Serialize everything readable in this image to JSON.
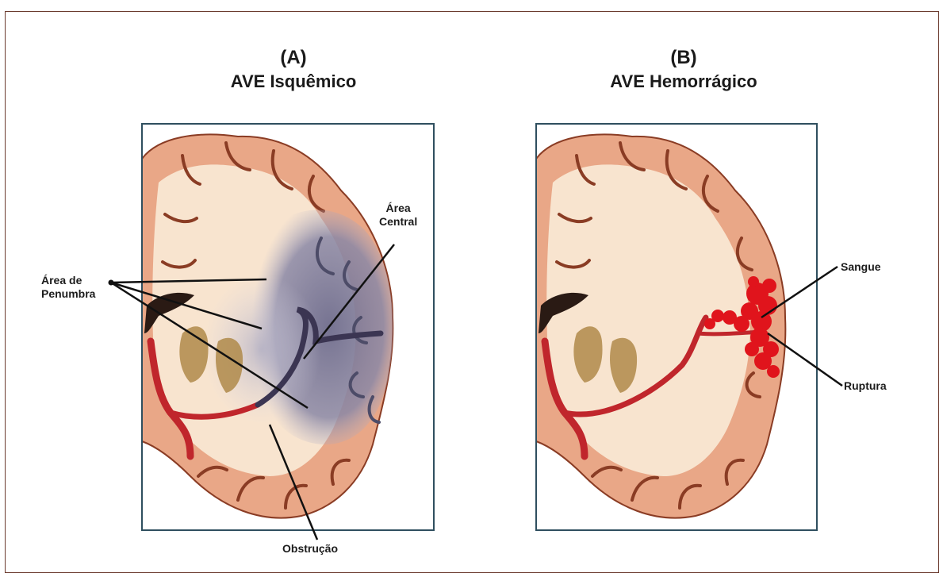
{
  "panels": {
    "a": {
      "letter": "(A)",
      "title": "AVE Isquêmico"
    },
    "b": {
      "letter": "(B)",
      "title": "AVE Hemorrágico"
    }
  },
  "labels": {
    "penumbra_line1": "Área de",
    "penumbra_line2": "Penumbra",
    "central_line1": "Área",
    "central_line2": "Central",
    "obstrucao": "Obstrução",
    "sangue": "Sangue",
    "ruptura": "Ruptura"
  },
  "colors": {
    "frame": "#6b3b2e",
    "box": "#2f4f5f",
    "cortex": "#e9a787",
    "white_matter": "#f8e4cf",
    "sulci": "#8a3c24",
    "ischemia": "#7f7d9a",
    "artery": "#c0262c",
    "blood": "#e0141c",
    "basal_ganglia": "#b08a4a"
  }
}
